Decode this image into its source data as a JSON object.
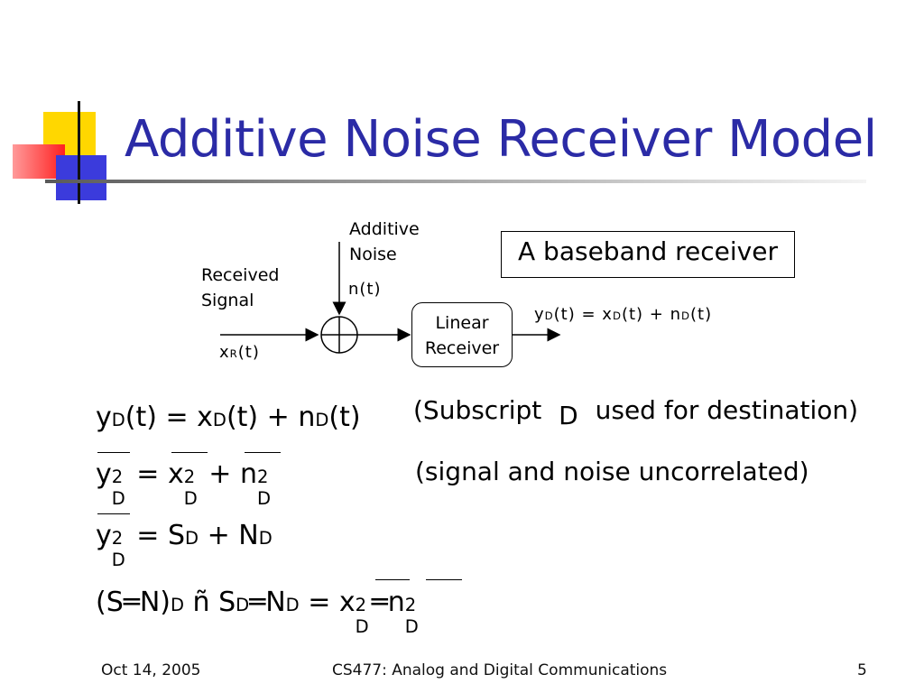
{
  "slide": {
    "title": "Additive Noise Receiver Model",
    "page_number": "5"
  },
  "diagram": {
    "additive_noise_label": "Additive\nNoise",
    "noise_symbol": "n(t)",
    "received_signal_label": "Received\nSignal",
    "input_symbol_main": "x",
    "input_symbol_sub": "R",
    "input_symbol_rest": "(t)",
    "receiver_label": "Linear\nReceiver",
    "output_eq": {
      "y": "y",
      "y_sub": "D",
      "part1": "(t) = x",
      "x_sub": "D",
      "part2": "(t) + n",
      "n_sub": "D",
      "part3": "(t)"
    },
    "baseband_label": "A baseband receiver"
  },
  "equations": {
    "eq1": {
      "y": "y",
      "y_sub": "D",
      "a": "(t) = x",
      "x_sub": "D",
      "b": "(t) + n",
      "n_sub": "D",
      "c": "(t)"
    },
    "eq2": {
      "y": "y",
      "y_sup": "2",
      "y_sub": "D",
      "a": " = x",
      "x_sup": "2",
      "x_sub": "D",
      "b": " + n",
      "n_sup": "2",
      "n_sub": "D"
    },
    "eq3": {
      "y": "y",
      "y_sup": "2",
      "y_sub": "D",
      "a": " = S",
      "s_sub": "D",
      "b": " + N",
      "n_sub": "D"
    },
    "eq4": {
      "a": "(S",
      "b": "N)",
      "p_sub": "D",
      "c": " ñ  S",
      "s_sub": "D",
      "d": "N",
      "n_sub": "D",
      "e": " = x",
      "x_sup": "2",
      "x_sub": "D",
      "f": "n",
      "n_sup": "2",
      "n2_sub": "D",
      "slash": "═"
    }
  },
  "notes": {
    "subscript_prefix": "(Subscript",
    "subscript_letter": "D",
    "subscript_suffix": "used for destination)",
    "uncorrelated": "(signal and noise uncorrelated)"
  },
  "footer": {
    "date": "Oct 14, 2005",
    "course": "CS477: Analog and Digital Communications"
  }
}
